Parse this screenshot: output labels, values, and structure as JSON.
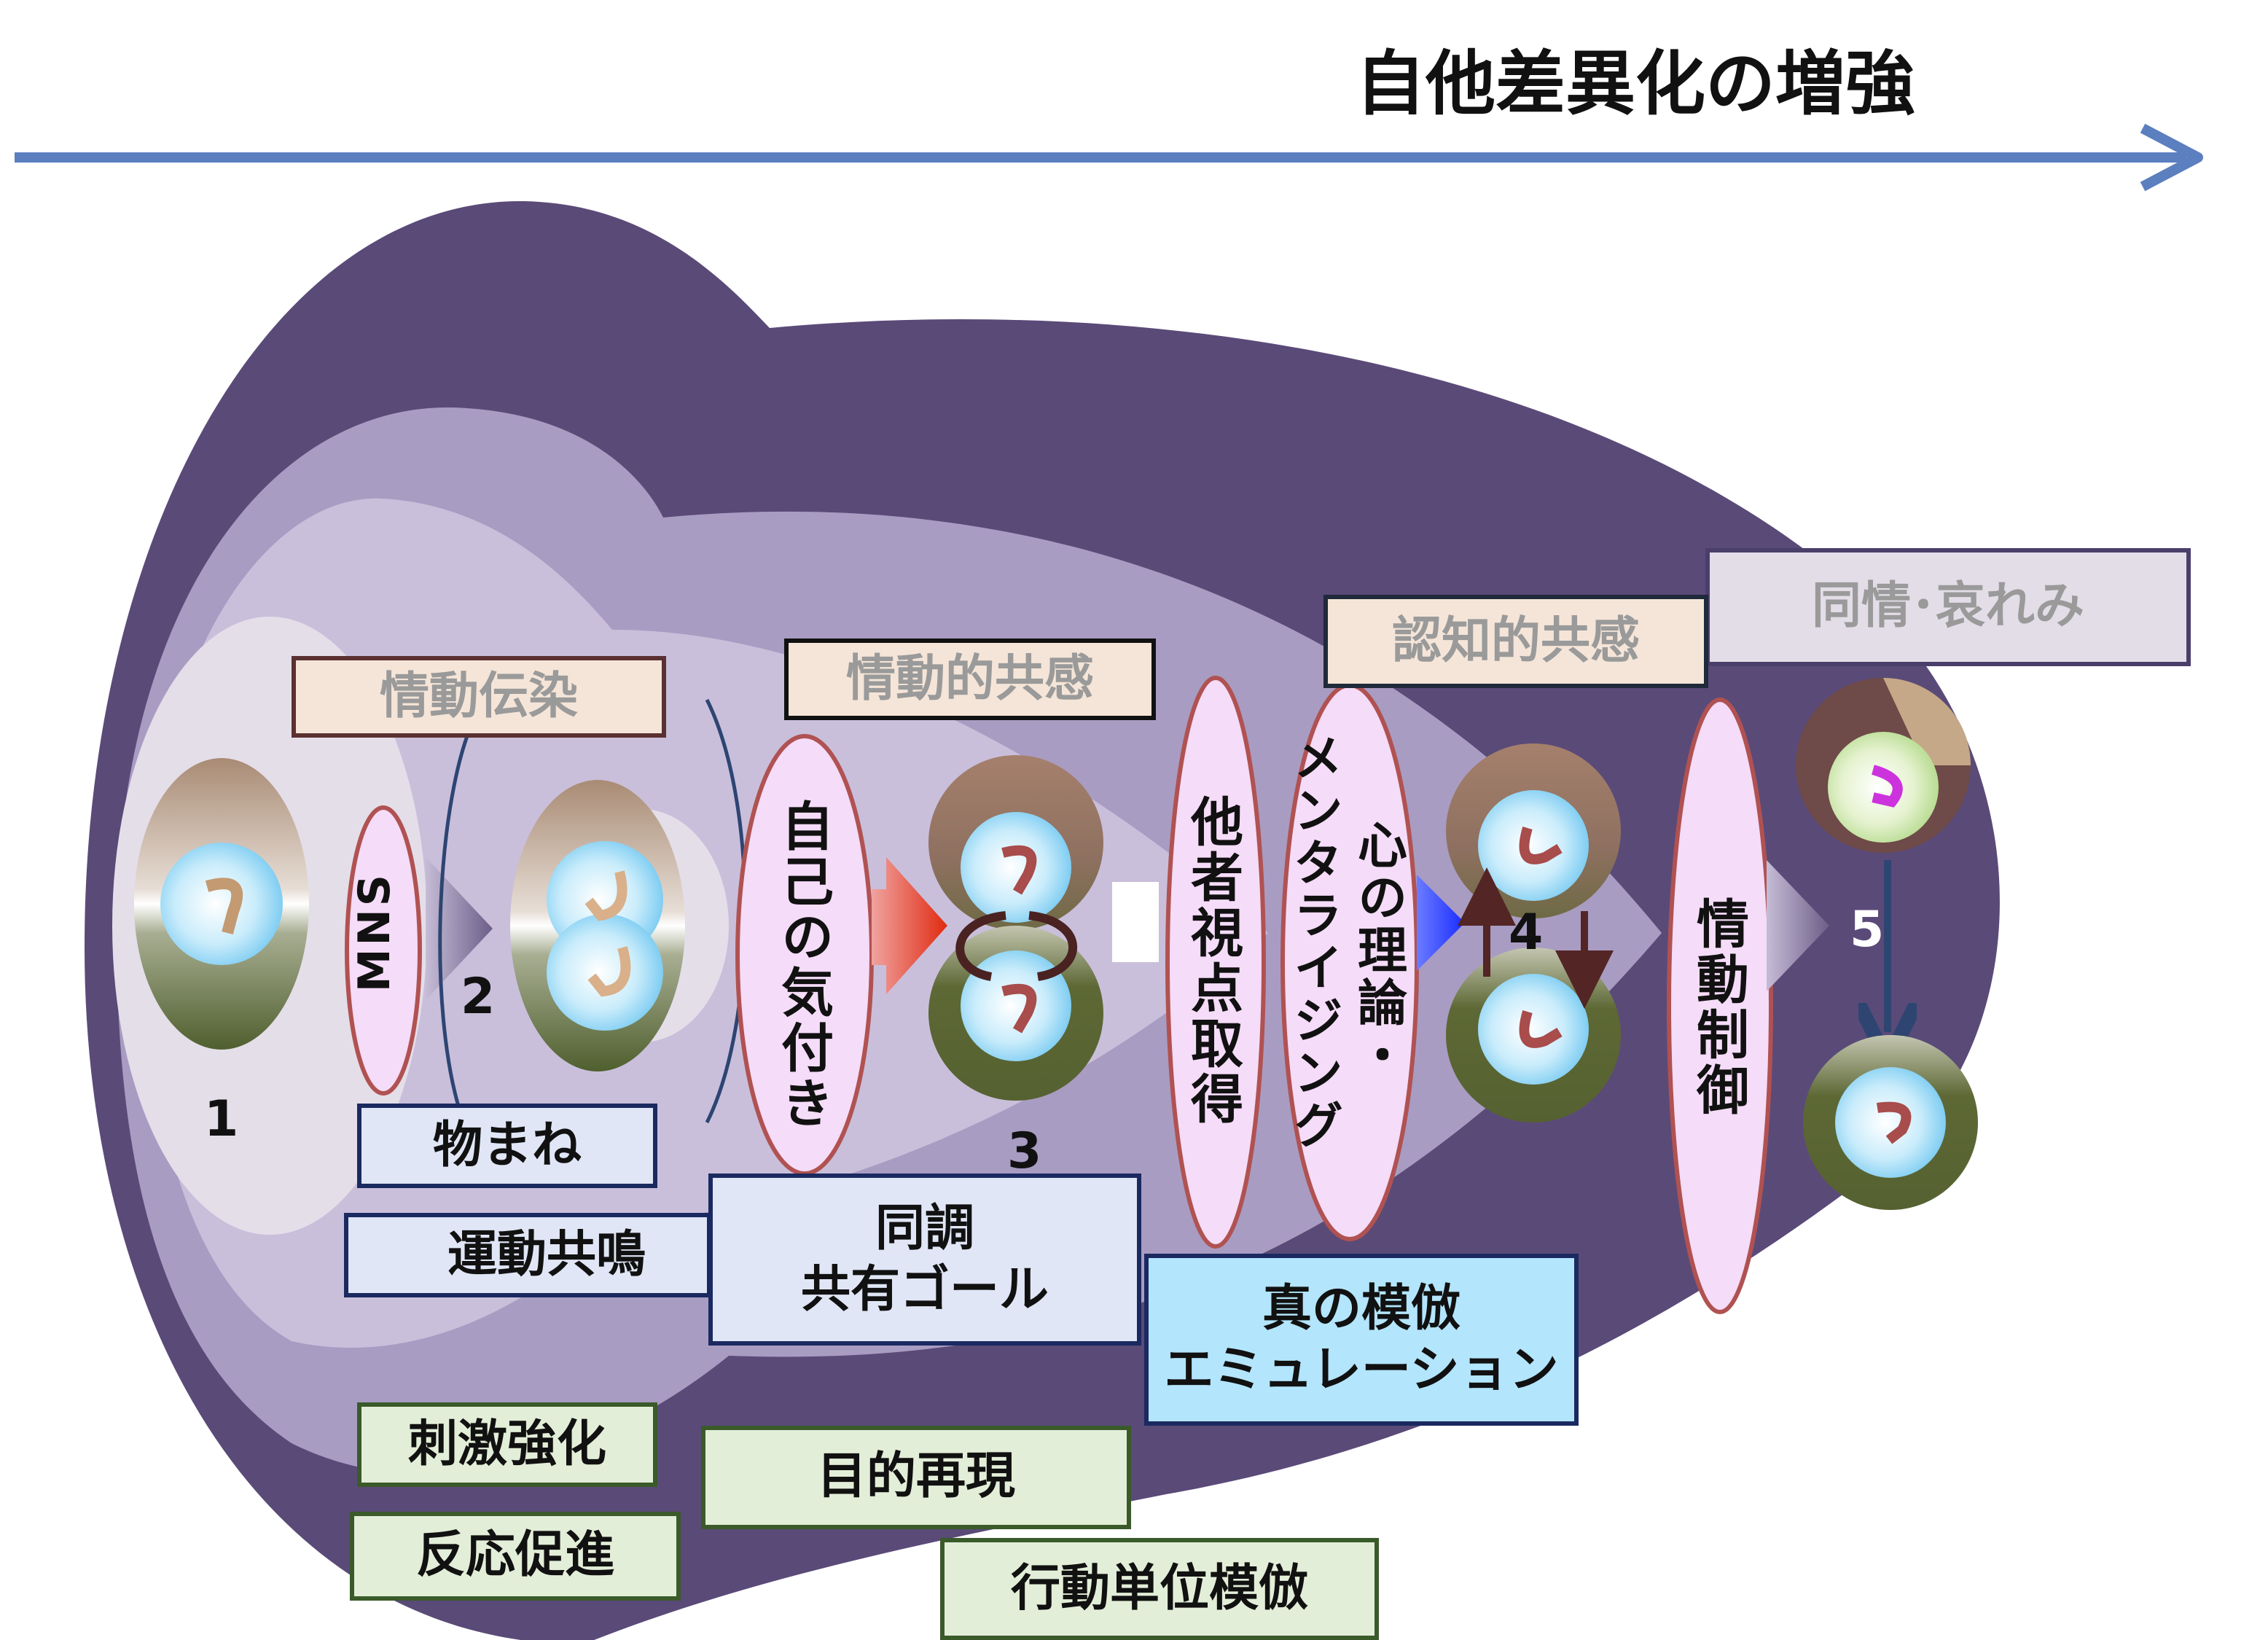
{
  "title": "自他差異化の増強",
  "stages": {
    "s1": "1",
    "s2": "2",
    "s3": "3",
    "s4": "4",
    "s5": "5"
  },
  "category_boxes": {
    "emotional_contagion": "情動伝染",
    "emotional_empathy": "情動的共感",
    "cognitive_empathy": "認知的共感",
    "sympathy": "同情･哀れみ"
  },
  "ellipses": {
    "mns": "MNS",
    "self_awareness": "自己の気付き",
    "perspective_taking": "他者視点取得",
    "theory_of_mind": "心の理論・",
    "mentalizing": "メンタライジング",
    "emotion_regulation": "情動制御"
  },
  "imitation_boxes": {
    "mimicry": "物まね",
    "motor_resonance": "運動共鳴",
    "synchrony": "同調",
    "shared_goal": "共有ゴール",
    "true_imitation": "真の模倣",
    "emulation": "エミュレーション",
    "stimulus_enhancement": "刺激強化",
    "response_facilitation": "反応促進",
    "goal_reproduction": "目的再現",
    "action_unit_imitation": "行動単位模倣"
  },
  "colors": {
    "axis_arrow": "#5b7fbf",
    "outer": "#5a4a78",
    "middle": "#a99cc2",
    "inner": "#c9bfdb",
    "core": "#e4dee9"
  }
}
